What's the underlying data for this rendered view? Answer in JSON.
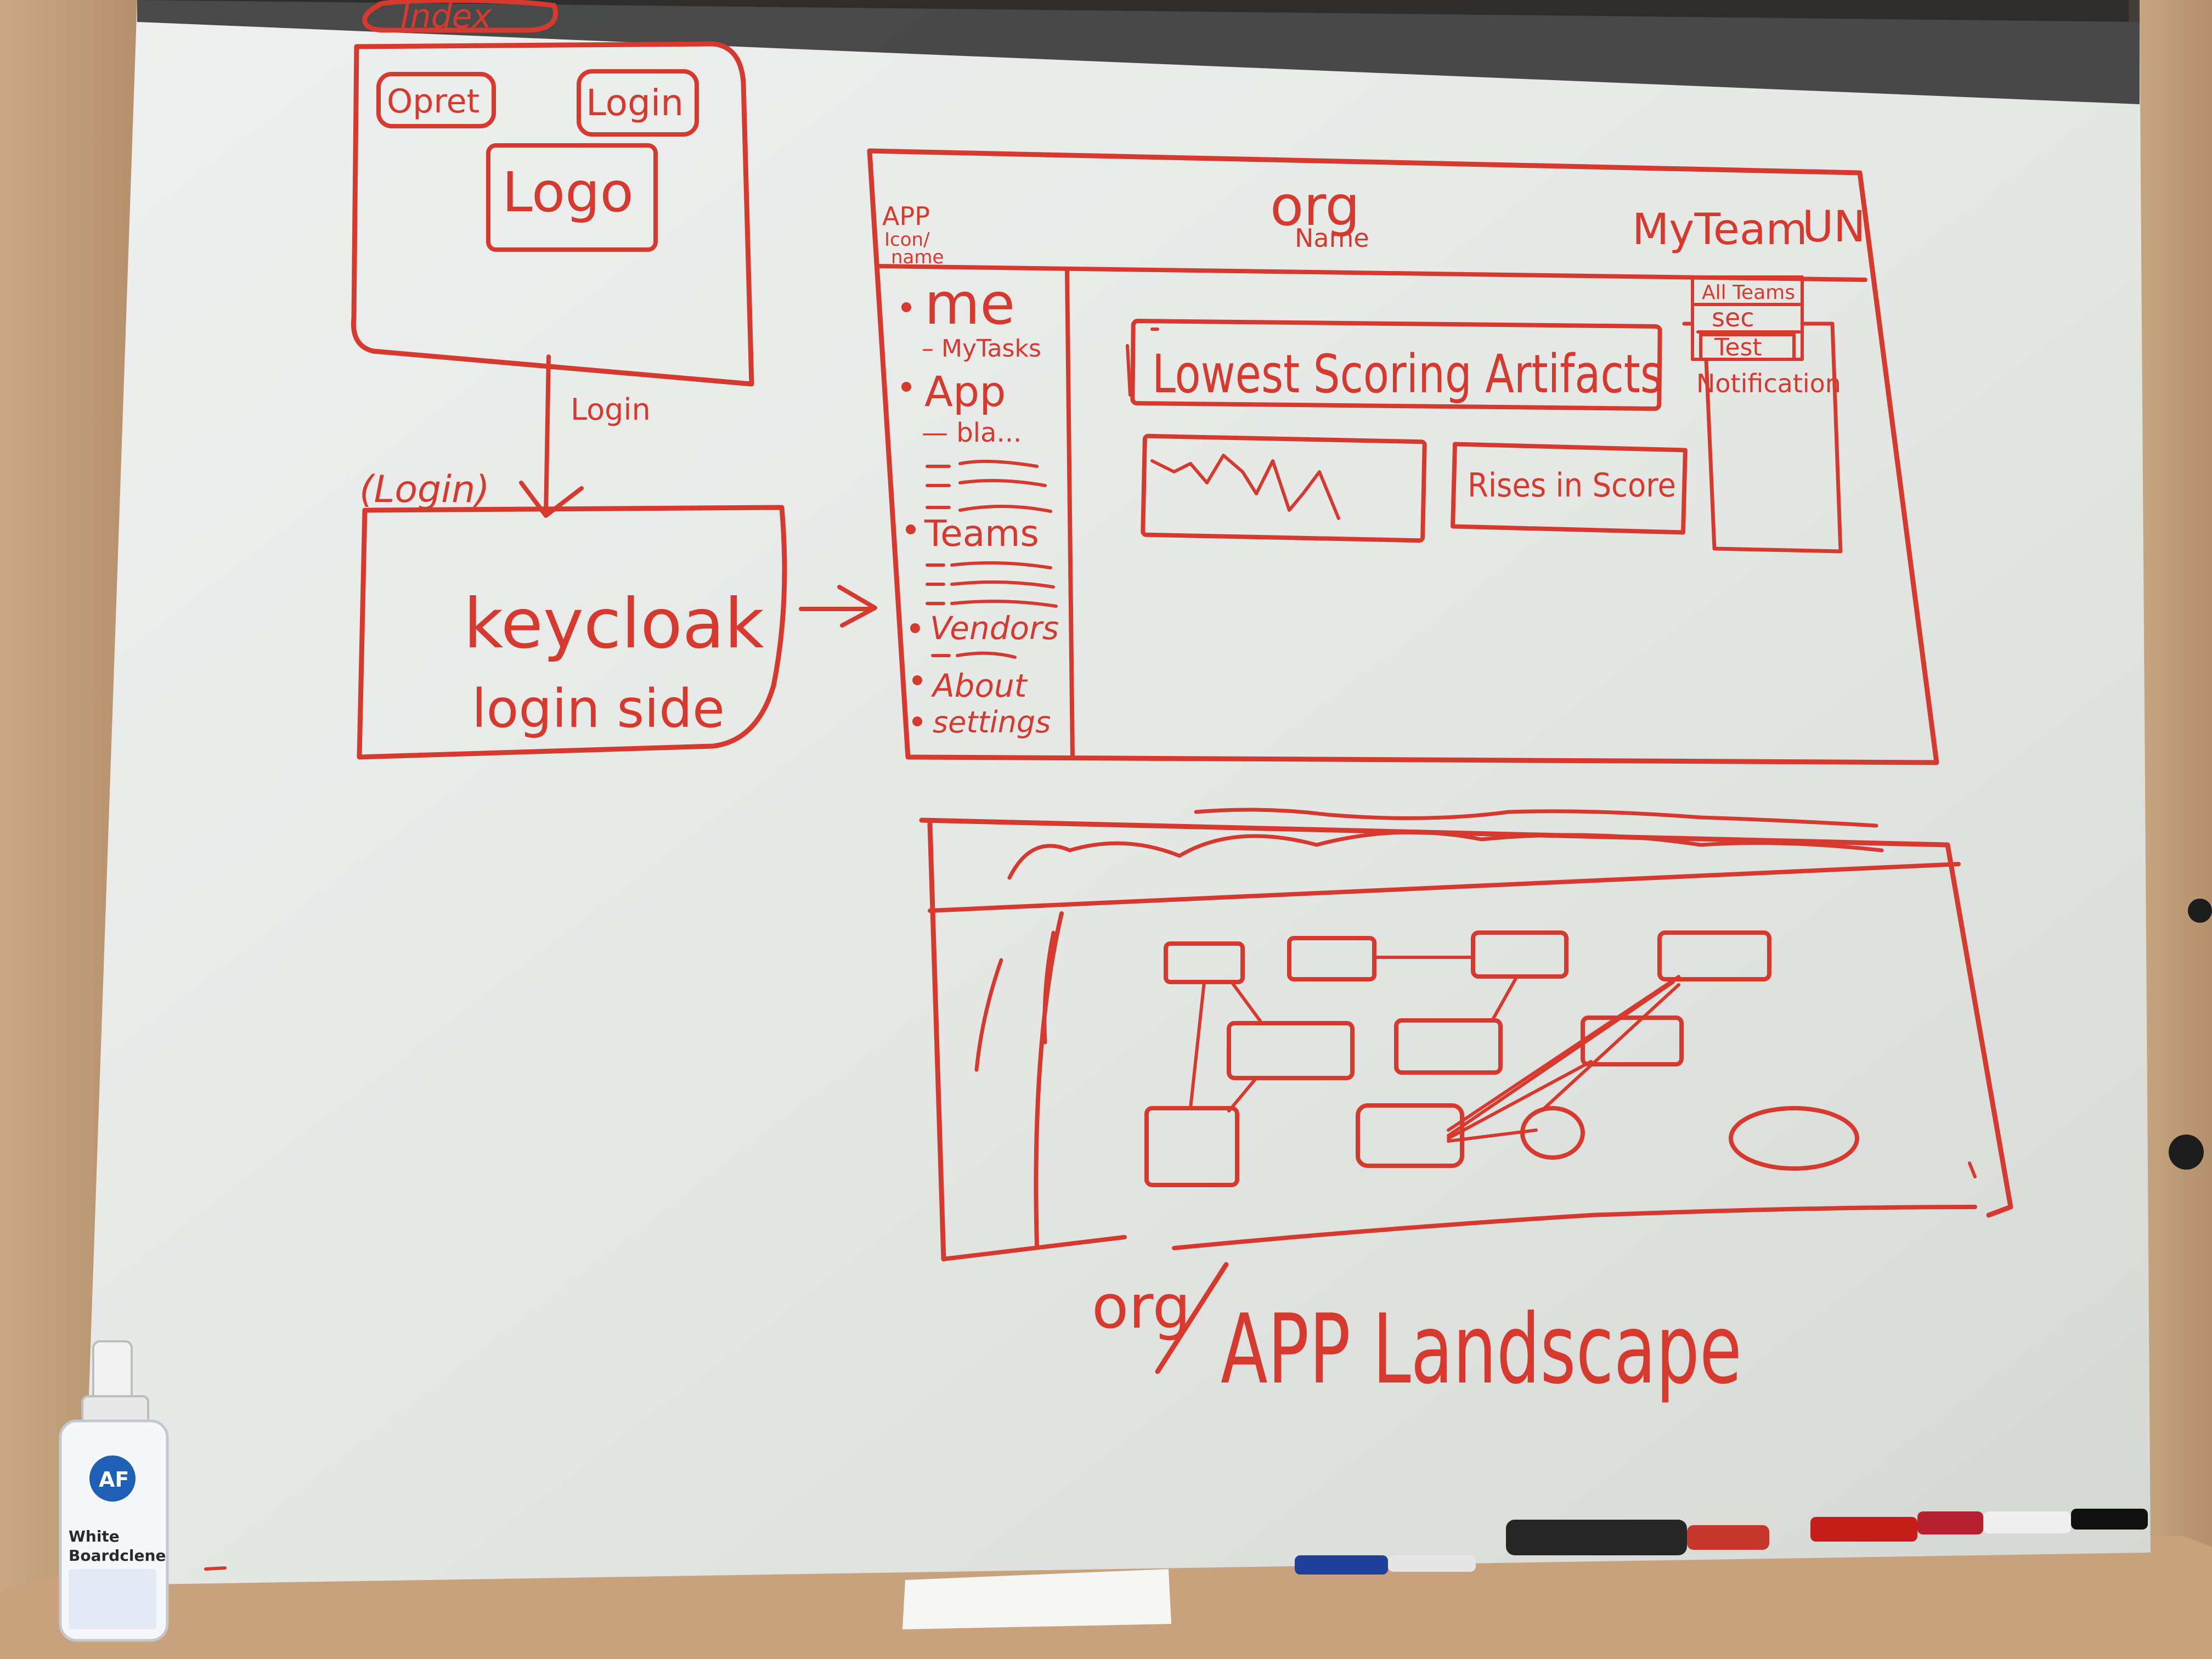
{
  "index_sketch": {
    "title": "Index",
    "buttons": [
      "Opret",
      "Login"
    ],
    "logo": "Logo"
  },
  "flow_arrow_label": "Login",
  "login_sketch": {
    "title": "(Login)",
    "line1": "keycloak",
    "line2": "login side"
  },
  "dashboard_sketch": {
    "app_icon_label": [
      "APP",
      "Icon/",
      "name"
    ],
    "org_title": "org",
    "org_subtitle": "Name",
    "my_team": "MyTeam",
    "user_abbrev": "UN",
    "nav": [
      {
        "label": "me",
        "children": [
          "MyTasks"
        ]
      },
      {
        "label": "App",
        "children": [
          "bla..."
        ]
      },
      {
        "label": "Teams",
        "children": []
      },
      {
        "label": "Vendors",
        "children": []
      },
      {
        "label": "About",
        "children": []
      },
      {
        "label": "settings",
        "children": []
      }
    ],
    "team_dropdown": [
      "All Teams",
      "sec",
      "Test"
    ],
    "notification_label": "Notification",
    "lowest_scoring": "Lowest Scoring Artifacts",
    "rises": "Rises in Score"
  },
  "landscape_label_top": "org",
  "landscape_label_main": "APP Landscape",
  "bottle": {
    "brand": "AF",
    "line1": "White",
    "line2": "Boardclene"
  }
}
